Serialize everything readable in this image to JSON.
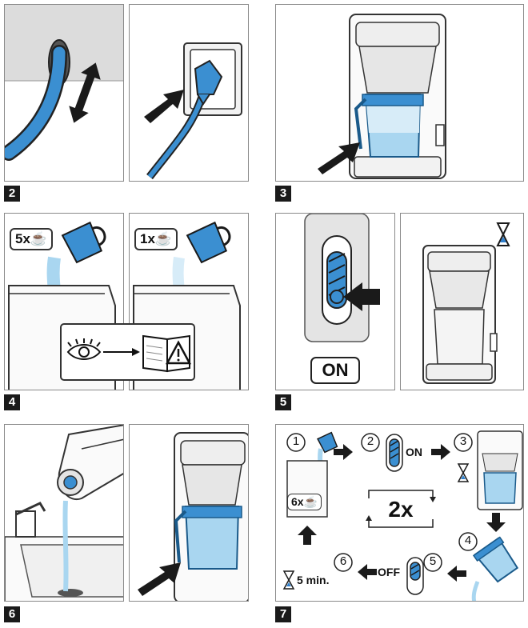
{
  "steps": {
    "s2": {
      "number": "2"
    },
    "s3": {
      "number": "3"
    },
    "s4": {
      "number": "4",
      "bubble_left": "5x",
      "bubble_right": "1x"
    },
    "s5": {
      "number": "5",
      "on_label": "ON"
    },
    "s6": {
      "number": "6"
    },
    "s7": {
      "number": "7",
      "circle_1": "1",
      "circle_2": "2",
      "circle_3": "3",
      "circle_4": "4",
      "circle_5": "5",
      "circle_6": "6",
      "on_label": "ON",
      "off_label": "OFF",
      "repeat_label": "2x",
      "cups_label": "6x",
      "time_label": "5 min."
    }
  },
  "colors": {
    "accent": "#3b8fd1",
    "water": "#a9d6f0",
    "dark": "#1a1a1a",
    "hourglass": "#2e7fcc"
  },
  "icons": [
    "cable-icon",
    "plug-icon",
    "arrow-icon",
    "jug-icon",
    "cup-icon",
    "eye-icon",
    "book-icon",
    "warning-icon",
    "switch-icon",
    "hourglass-icon",
    "kettle-icon",
    "tap-icon",
    "coffee-machine-icon",
    "carafe-icon"
  ]
}
